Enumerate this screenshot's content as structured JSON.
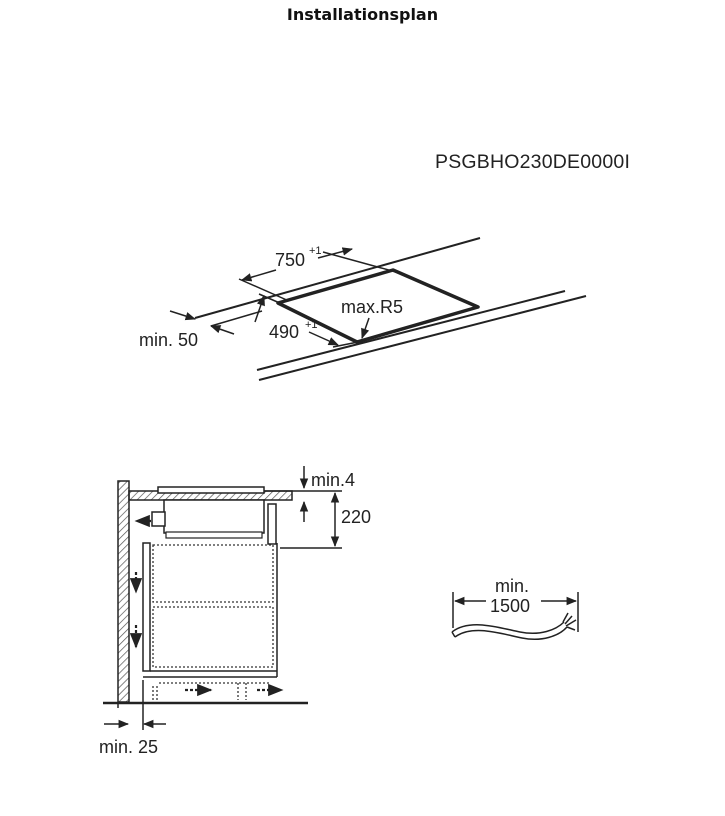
{
  "title": "Installationsplan",
  "model": "PSGBHO230DE0000I",
  "cutout": {
    "width_value": "750",
    "width_tol": "+1",
    "depth_value": "490",
    "depth_tol": "+1",
    "radius": "max.R5",
    "edge_distance": "min. 50"
  },
  "side": {
    "gap": "min.4",
    "height": "220",
    "wall_distance": "min. 25"
  },
  "cable": {
    "label_line1": "min.",
    "label_line2": "1500"
  },
  "colors": {
    "line": "#222222",
    "hatch": "#555555"
  }
}
